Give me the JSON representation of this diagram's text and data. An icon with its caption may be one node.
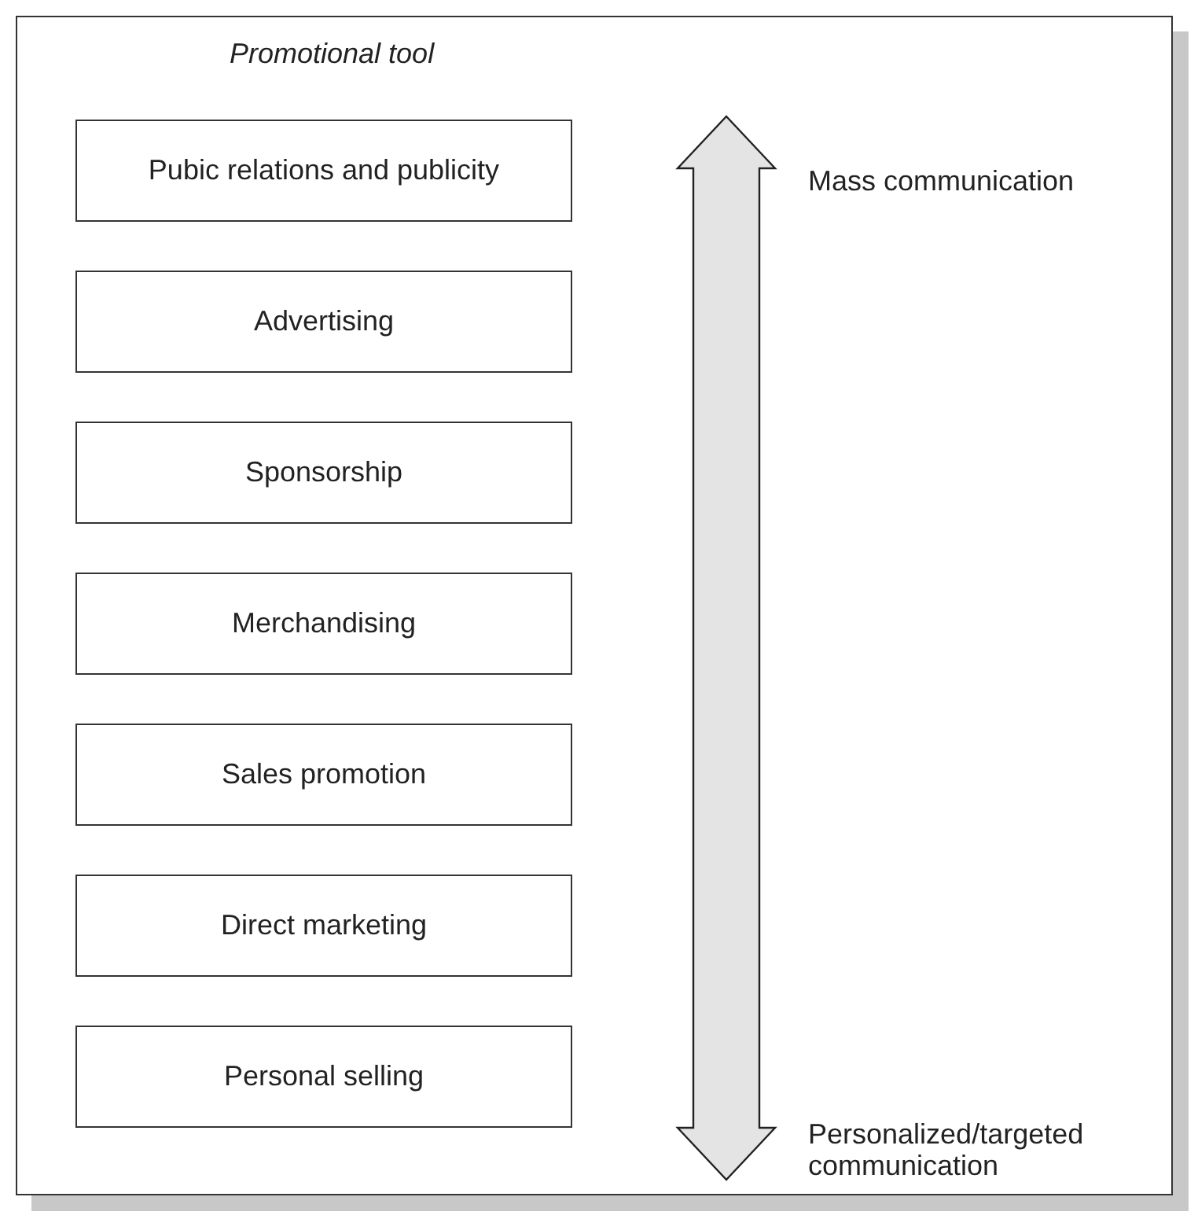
{
  "diagram": {
    "title": "Promotional tool",
    "nodes": [
      {
        "text": [
          "Pubic relations and publicity"
        ]
      },
      {
        "text": [
          "Advertising"
        ]
      },
      {
        "text": [
          "Sponsorship"
        ]
      },
      {
        "text": [
          "Merchandising"
        ]
      },
      {
        "text": [
          "Sales promotion"
        ]
      },
      {
        "text": [
          "Direct marketing"
        ]
      },
      {
        "text": [
          "Personal selling"
        ]
      }
    ],
    "labels": [
      "Mass communication",
      "Personalized/targeted communication"
    ]
  }
}
